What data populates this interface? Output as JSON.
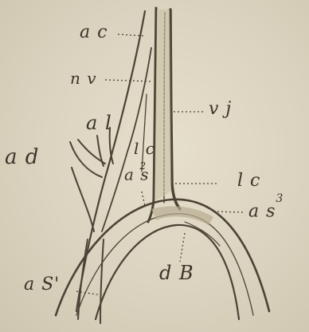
{
  "figure": {
    "labels": {
      "ac": "a c",
      "nv": "n v",
      "vj": "v j",
      "al": "a l",
      "ad": "a d",
      "lc_inner": "l c",
      "as2": "a s",
      "as2_sup": "2",
      "lc_right": "l c",
      "as3": "a s",
      "as3_sup": "3",
      "as1": "a S'",
      "dB": "d B"
    }
  }
}
